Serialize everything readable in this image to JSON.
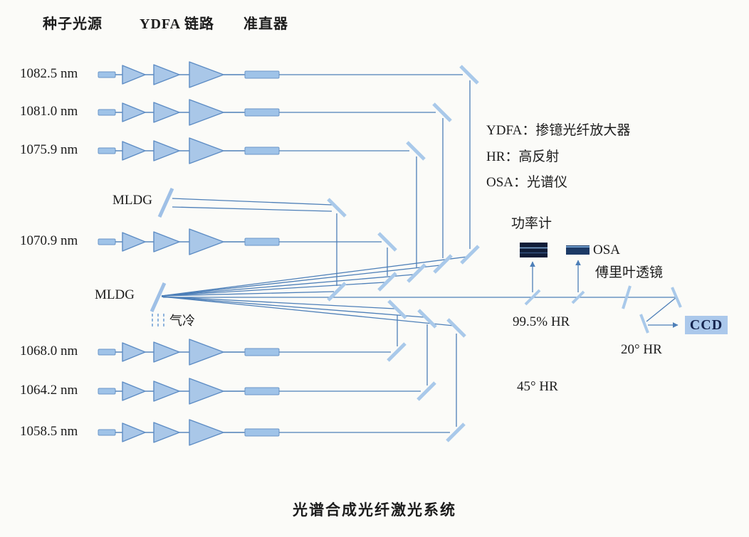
{
  "figure": {
    "header": {
      "seed_label": "种子光源",
      "ydfa_label": "YDFA 链路",
      "collimator_label": "准直器"
    },
    "channels": [
      {
        "label": "1082.5 nm"
      },
      {
        "label": "1081.0 nm"
      },
      {
        "label": "1075.9 nm"
      },
      {
        "label": "1070.9 nm"
      },
      {
        "label": "1068.0 nm"
      },
      {
        "label": "1064.2 nm"
      },
      {
        "label": "1058.5 nm"
      }
    ],
    "gratings": {
      "upper": "MLDG",
      "lower": "MLDG"
    },
    "cooling_label": "气冷",
    "legend": {
      "ydfa": "YDFA：掺镱光纤放大器",
      "hr": "HR：高反射",
      "osa": "OSA：光谱仪"
    },
    "instruments": {
      "power_meter": "功率计",
      "osa": "OSA",
      "fourier_lens": "傅里叶透镜",
      "ccd": "CCD"
    },
    "mirrors": {
      "hr995": "99.5% HR",
      "hr20": "20° HR",
      "hr45": "45° HR"
    },
    "caption": "光谱合成光纤激光系统",
    "colors": {
      "beam": "#4d7fb8",
      "component_fill": "#a9c7e8",
      "component_stroke": "#5d8cc4",
      "mirror": "#a9c9ea",
      "dark_module": "#101c38",
      "ccd_bg": "#abc8eb",
      "text": "#1c1c1c"
    },
    "icons": {
      "amplifier": "amplifier-triangle-icon",
      "collimator": "collimator-block-icon",
      "mirror": "mirror-segment-icon",
      "power_meter": "power-meter-icon",
      "osa": "osa-module-icon",
      "cooling": "cooling-dashes-icon"
    }
  }
}
